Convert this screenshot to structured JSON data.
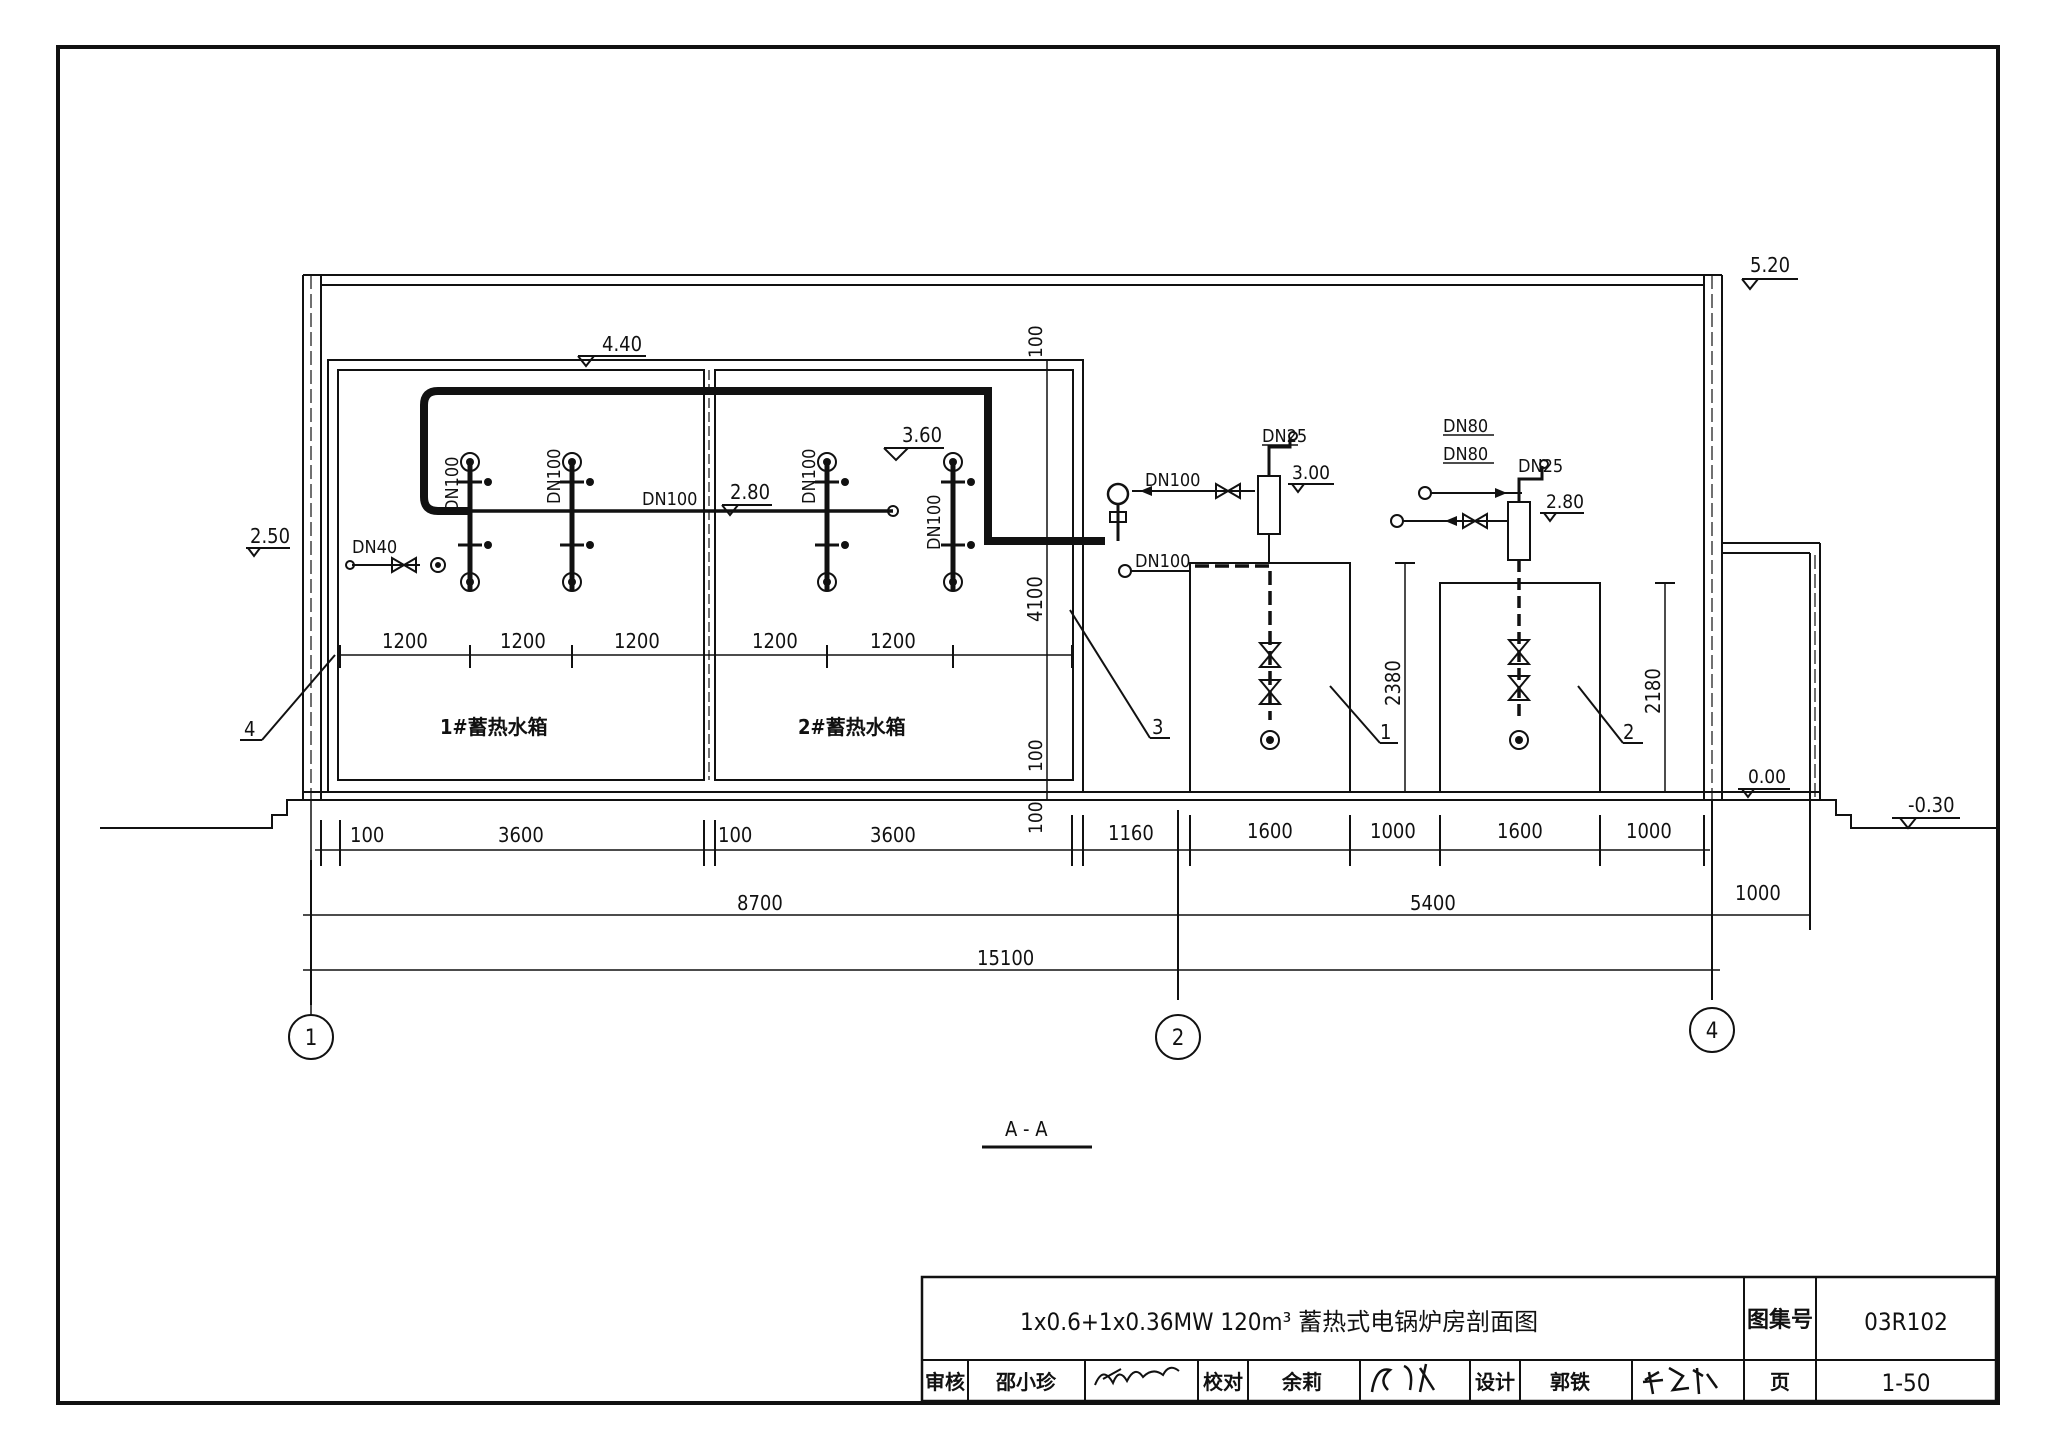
{
  "levels": {
    "roof": "5.20",
    "tank_top": "4.40",
    "pipe_main": "2.80",
    "pipe_upper": "3.60",
    "left_wall": "2.50",
    "boiler1_pipe": "3.00",
    "boiler2_pipe": "2.80",
    "floor": "0.00",
    "outside_ground": "-0.30"
  },
  "pipe_labels": {
    "dn100_v1": "DN100",
    "dn100_v2": "DN100",
    "dn100_v3": "DN100",
    "dn100_v4": "DN100",
    "dn100_main": "DN100",
    "dn40": "DN40",
    "dn100_out": "DN100",
    "dn100_in": "DN100",
    "dn25_1": "DN25",
    "dn80_1": "DN80",
    "dn80_2": "DN80",
    "dn25_2": "DN25"
  },
  "tanks": {
    "tank1": "1#蓄热水箱",
    "tank2": "2#蓄热水箱"
  },
  "callouts": {
    "c1": "1",
    "c2": "2",
    "c3": "3",
    "c4": "4"
  },
  "dims": {
    "in_1200_a": "1200",
    "in_1200_b": "1200",
    "in_1200_c": "1200",
    "in_1200_d": "1200",
    "in_1200_e": "1200",
    "d100_a": "100",
    "d3600_a": "3600",
    "d100_b": "100",
    "d3600_b": "3600",
    "d100_c": "100",
    "d1160": "1160",
    "d1600_a": "1600",
    "d1000_a": "1000",
    "d1600_b": "1600",
    "d1000_b": "1000",
    "d8700": "8700",
    "d5400": "5400",
    "d1000_c": "1000",
    "d15100": "15100",
    "v100_top": "100",
    "v4100": "4100",
    "v100_bot": "100",
    "v2380": "2380",
    "v2180": "2180"
  },
  "axes": {
    "a1": "1",
    "a2": "2",
    "a4": "4"
  },
  "section_title": "A - A",
  "title_block": {
    "title": "1x0.6+1x0.36MW  120m³    蓄热式电锅炉房剖面图",
    "atlas_label": "图集号",
    "atlas_no": "03R102",
    "review_label": "审核",
    "reviewer": "邵小珍",
    "check_label": "校对",
    "checker": "余莉",
    "design_label": "设计",
    "designer": "郭铁",
    "page_label": "页",
    "page_no": "1-50"
  }
}
